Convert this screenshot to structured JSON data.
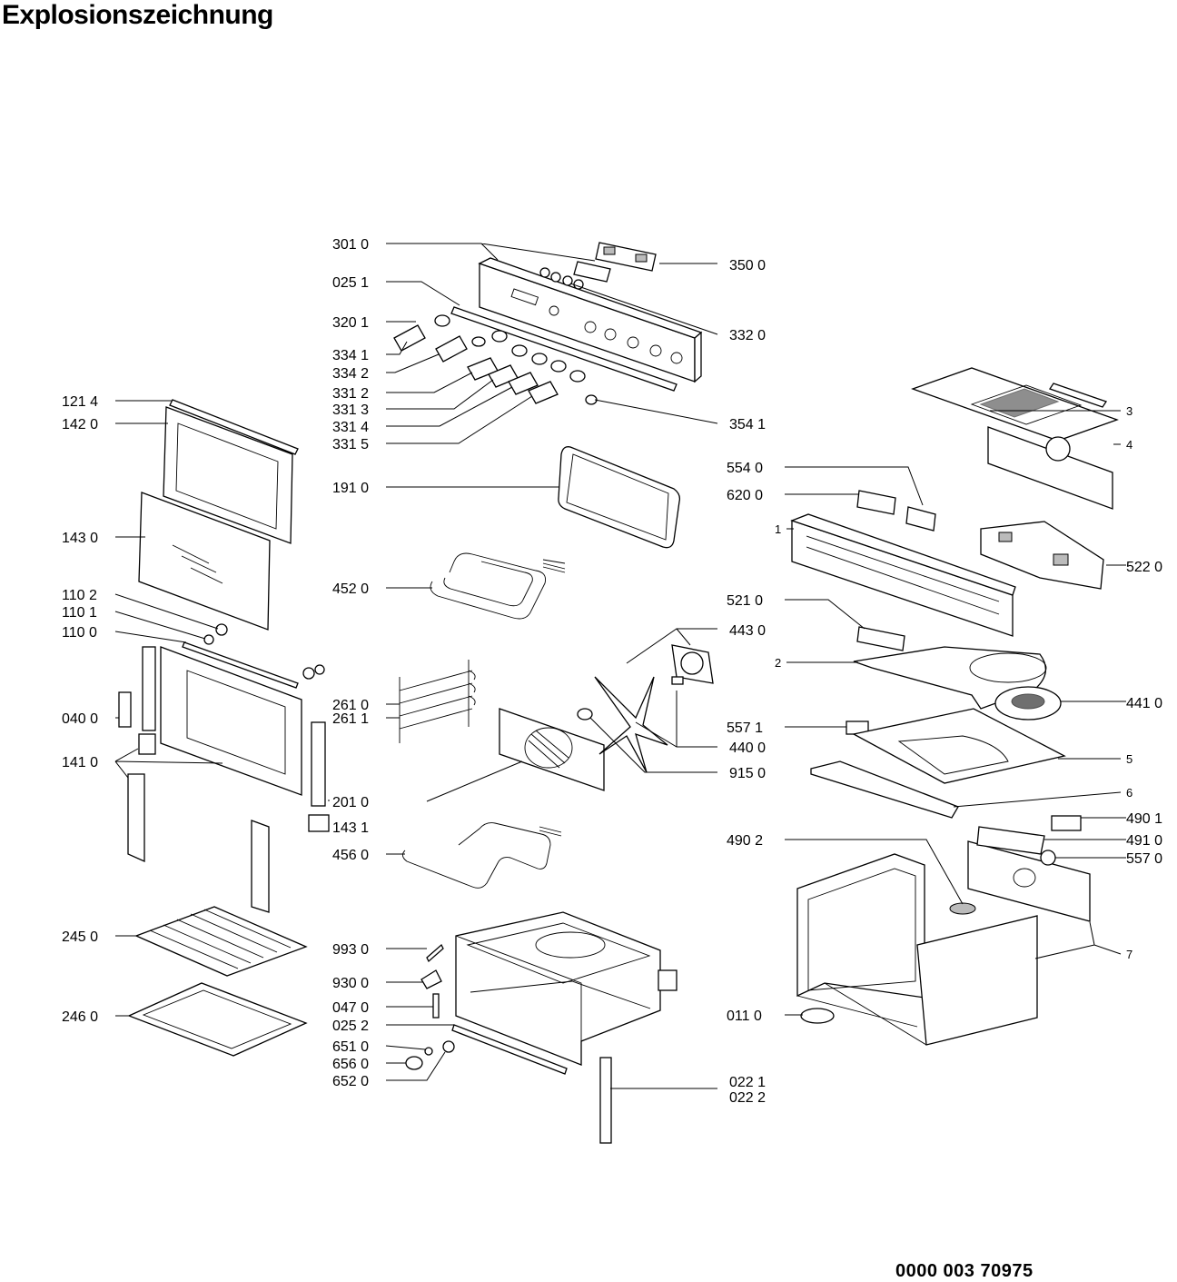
{
  "title": "Explosionszeichnung",
  "document_number": "0000 003 70975",
  "callouts": {
    "c3010": "301 0",
    "c0251": "025 1",
    "c3201": "320 1",
    "c3341": "334 1",
    "c3342": "334 2",
    "c3312": "331 2",
    "c3313": "331 3",
    "c3314": "331 4",
    "c3315": "331 5",
    "c3500": "350 0",
    "c3320": "332 0",
    "c3541": "354 1",
    "c1214": "121 4",
    "c1420": "142 0",
    "c1430": "143 0",
    "c1102": "110 2",
    "c1101": "110 1",
    "c1100": "110 0",
    "c0400": "040 0",
    "c1410": "141 0",
    "c1910": "191 0",
    "c4520": "452 0",
    "c2610": "261 0",
    "c2611": "261 1",
    "c2010": "201 0",
    "c1431": "143 1",
    "c4560": "456 0",
    "c2450": "245 0",
    "c2460": "246 0",
    "c9930": "993 0",
    "c9300": "930 0",
    "c0470": "047 0",
    "c0252": "025 2",
    "c6510": "651 0",
    "c6560": "656 0",
    "c6520": "652 0",
    "c0221": "022 1",
    "c0222": "022 2",
    "c5540": "554 0",
    "c6200": "620 0",
    "c5220": "522 0",
    "c5210": "521 0",
    "c4430": "443 0",
    "c4410": "441 0",
    "c5571": "557 1",
    "c4400": "440 0",
    "c9150": "915 0",
    "c4902": "490 2",
    "c4901": "490 1",
    "c4910": "491 0",
    "c5570": "557 0",
    "c0110": "011 0",
    "n1": "1",
    "n2": "2",
    "n3": "3",
    "n4": "4",
    "n5": "5",
    "n6": "6",
    "n7": "7"
  }
}
